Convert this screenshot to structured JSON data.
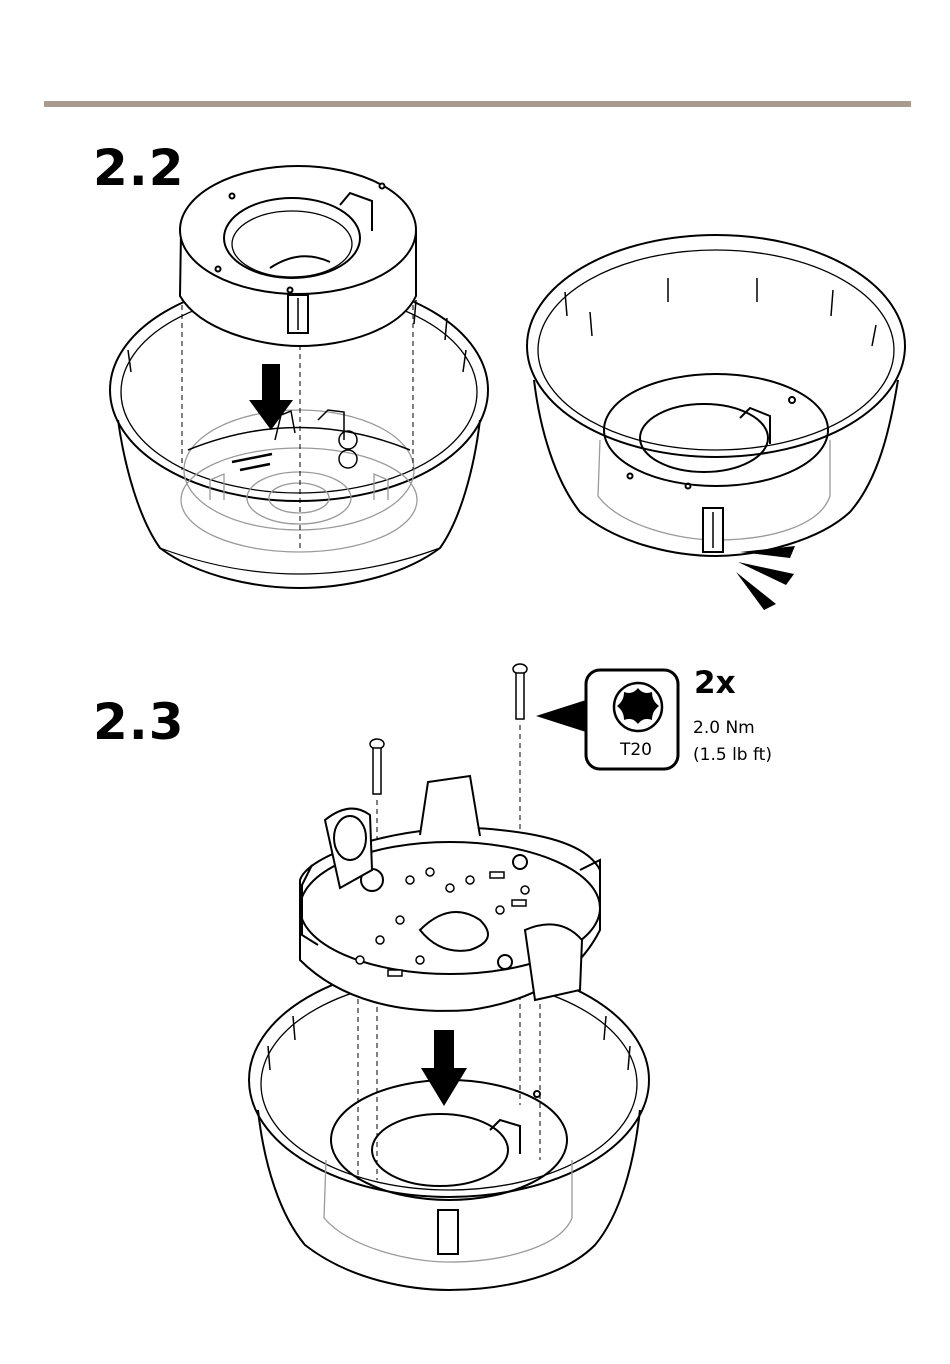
{
  "steps": [
    {
      "number": "2.2"
    },
    {
      "number": "2.3"
    }
  ],
  "tool_callout": {
    "bit": "T20",
    "quantity": "2x",
    "torque_metric": "2.0 Nm",
    "torque_imperial": "(1.5 lb ft)",
    "icon": "torx-icon"
  },
  "colors": {
    "rule": "#a89a8c",
    "line": "#000000",
    "ghost": "#9a9a9a"
  }
}
